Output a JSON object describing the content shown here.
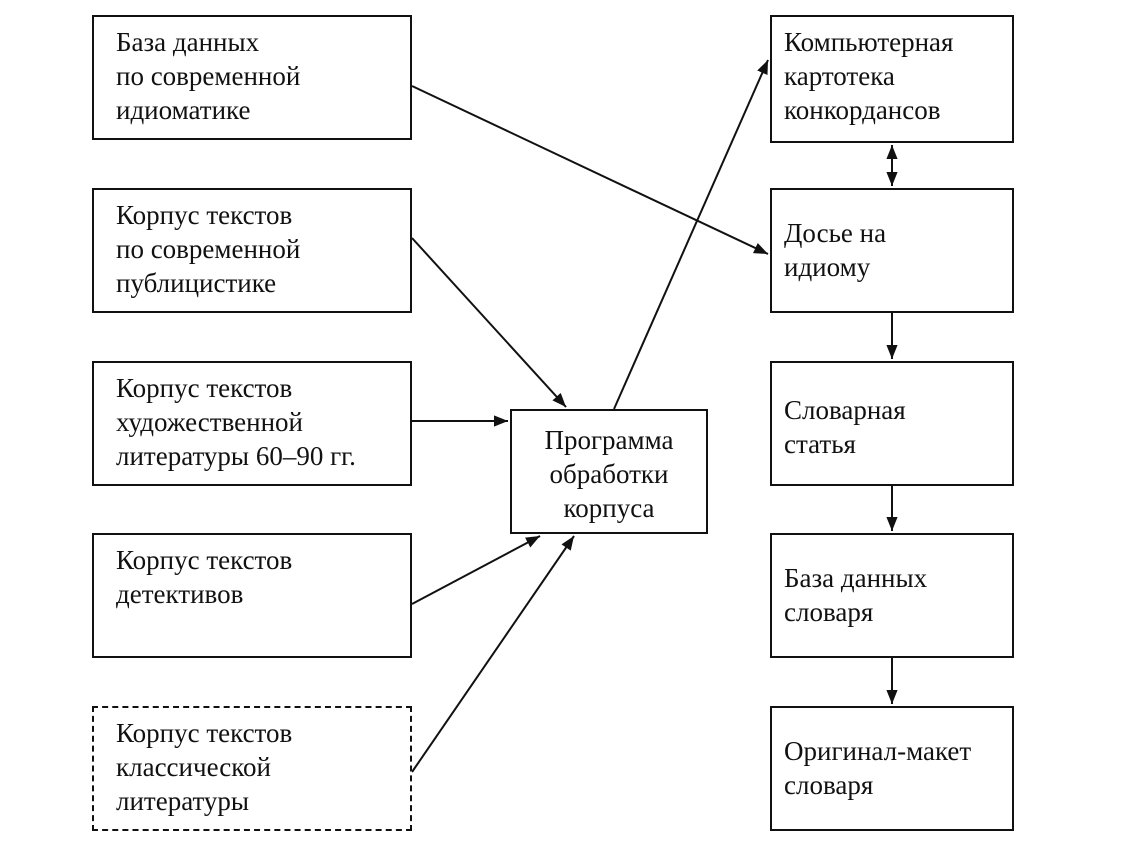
{
  "nodes": {
    "db_idioms": {
      "lines": [
        "База данных",
        "по современной",
        "идиоматике"
      ]
    },
    "corpus_press": {
      "lines": [
        "Корпус текстов",
        "по современной",
        "публицистике"
      ]
    },
    "corpus_fiction": {
      "lines": [
        "Корпус текстов",
        "художественной",
        "литературы 60–90 гг."
      ]
    },
    "corpus_detectives": {
      "lines": [
        "Корпус текстов",
        "детективов"
      ]
    },
    "corpus_classic": {
      "lines": [
        "Корпус текстов",
        "классической",
        "литературы"
      ]
    },
    "program": {
      "lines": [
        "Программа",
        "обработки",
        "корпуса"
      ]
    },
    "concordances": {
      "lines": [
        "Компьютерная",
        "картотека",
        "конкордансов"
      ]
    },
    "dossier": {
      "lines": [
        "Досье на",
        "идиому"
      ]
    },
    "entry": {
      "lines": [
        "Словарная",
        "статья"
      ]
    },
    "dict_db": {
      "lines": [
        "База данных",
        "словаря"
      ]
    },
    "layout": {
      "lines": [
        "Оригинал-макет",
        "словаря"
      ]
    }
  },
  "edges": [
    {
      "from": "db_idioms",
      "to": "dossier"
    },
    {
      "from": "corpus_press",
      "to": "program"
    },
    {
      "from": "corpus_fiction",
      "to": "program"
    },
    {
      "from": "corpus_detectives",
      "to": "program"
    },
    {
      "from": "corpus_classic",
      "to": "program"
    },
    {
      "from": "program",
      "to": "concordances"
    },
    {
      "from": "concordances",
      "to": "dossier",
      "bidirectional": true
    },
    {
      "from": "dossier",
      "to": "entry"
    },
    {
      "from": "entry",
      "to": "dict_db"
    },
    {
      "from": "dict_db",
      "to": "layout"
    }
  ]
}
